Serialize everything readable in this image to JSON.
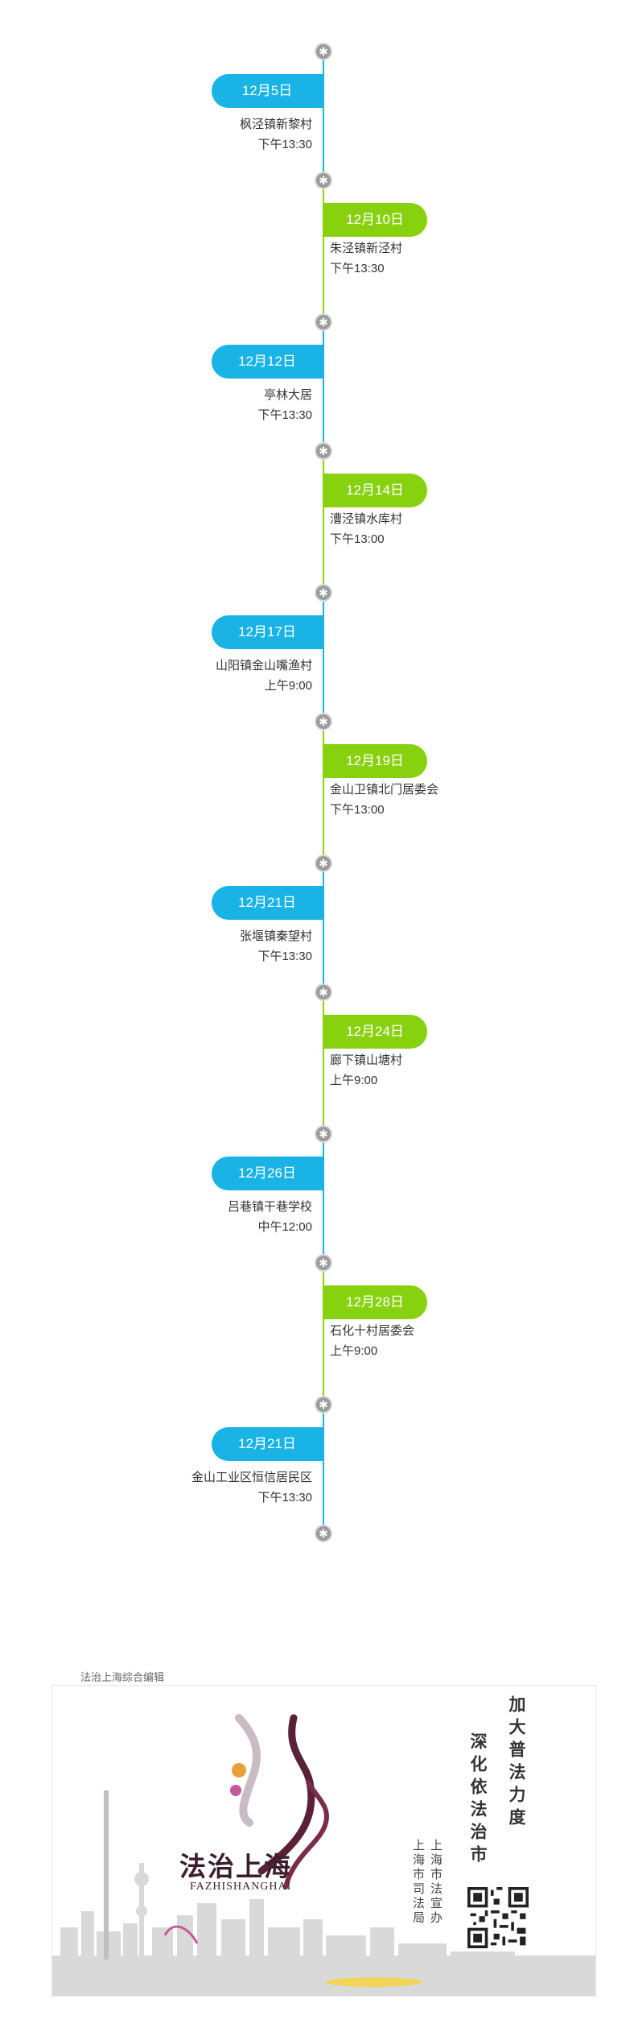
{
  "timeline": [
    {
      "date": "12月5日",
      "place": "枫泾镇新黎村",
      "time": "下午13:30",
      "side": "left"
    },
    {
      "date": "12月10日",
      "place": "朱泾镇新泾村",
      "time": "下午13:30",
      "side": "right"
    },
    {
      "date": "12月12日",
      "place": "亭林大居",
      "time": "下午13:30",
      "side": "left"
    },
    {
      "date": "12月14日",
      "place": "漕泾镇水库村",
      "time": "下午13:00",
      "side": "right"
    },
    {
      "date": "12月17日",
      "place": "山阳镇金山嘴渔村",
      "time": "上午9:00",
      "side": "left"
    },
    {
      "date": "12月19日",
      "place": "金山卫镇北门居委会",
      "time": "下午13:00",
      "side": "right"
    },
    {
      "date": "12月21日",
      "place": "张堰镇秦望村",
      "time": "下午13:30",
      "side": "left"
    },
    {
      "date": "12月24日",
      "place": "廊下镇山塘村",
      "time": "上午9:00",
      "side": "right"
    },
    {
      "date": "12月26日",
      "place": "吕巷镇干巷学校",
      "time": "中午12:00",
      "side": "left"
    },
    {
      "date": "12月28日",
      "place": "石化十村居委会",
      "time": "上午9:00",
      "side": "right"
    },
    {
      "date": "12月21日",
      "place": "金山工业区恒信居民区",
      "time": "下午13:30",
      "side": "left"
    }
  ],
  "colors": {
    "blue": "#19b3e6",
    "green": "#88d10f",
    "dot": "#9b9b9b"
  },
  "footer": {
    "caption": "法治上海综合编辑",
    "brand_title": "法治上海",
    "brand_sub": "FAZHISHANGHAI",
    "slogan_1": "加大普法力度",
    "slogan_2": "深化依法治市",
    "org_1": "上海市法宣办",
    "org_2": "上海市司法局"
  }
}
